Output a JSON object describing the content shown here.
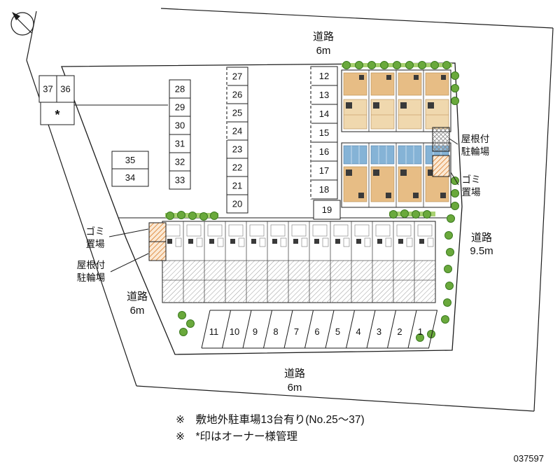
{
  "roads": {
    "top": {
      "name": "道路",
      "size": "6m"
    },
    "right": {
      "name": "道路",
      "size": "9.5m"
    },
    "left": {
      "name": "道路",
      "size": "6m"
    },
    "bottom": {
      "name": "道路",
      "size": "6m"
    }
  },
  "parking": {
    "block_37_36": [
      "37",
      "36"
    ],
    "star": "*",
    "block_35_34": [
      "35",
      "34"
    ],
    "col_28_33": [
      "28",
      "29",
      "30",
      "31",
      "32",
      "33"
    ],
    "col_20_27": [
      "27",
      "26",
      "25",
      "24",
      "23",
      "22",
      "21",
      "20"
    ],
    "col_12_19": [
      "12",
      "13",
      "14",
      "15",
      "16",
      "17",
      "18",
      "19"
    ],
    "bottom_row": [
      "11",
      "10",
      "9",
      "8",
      "7",
      "6",
      "5",
      "4",
      "3",
      "2",
      "1"
    ]
  },
  "annotations": {
    "bike_right": [
      "屋根付",
      "駐輪場"
    ],
    "trash_right": [
      "ゴミ",
      "置場"
    ],
    "trash_left": [
      "ゴミ",
      "置場"
    ],
    "bike_left": [
      "屋根付",
      "駐輪場"
    ]
  },
  "notes": [
    "※　敷地外駐車場13台有り(No.25～37)",
    "※　*印はオーナー様管理"
  ],
  "plan_number": "037597",
  "colors": {
    "line": "#1d1d1d",
    "green": "#6aa93c",
    "green_light": "#a8d171",
    "tan": "#e7bd85",
    "tan_light": "#f0d8ae",
    "blue": "#85b3d6",
    "orange": "#d97b28"
  }
}
